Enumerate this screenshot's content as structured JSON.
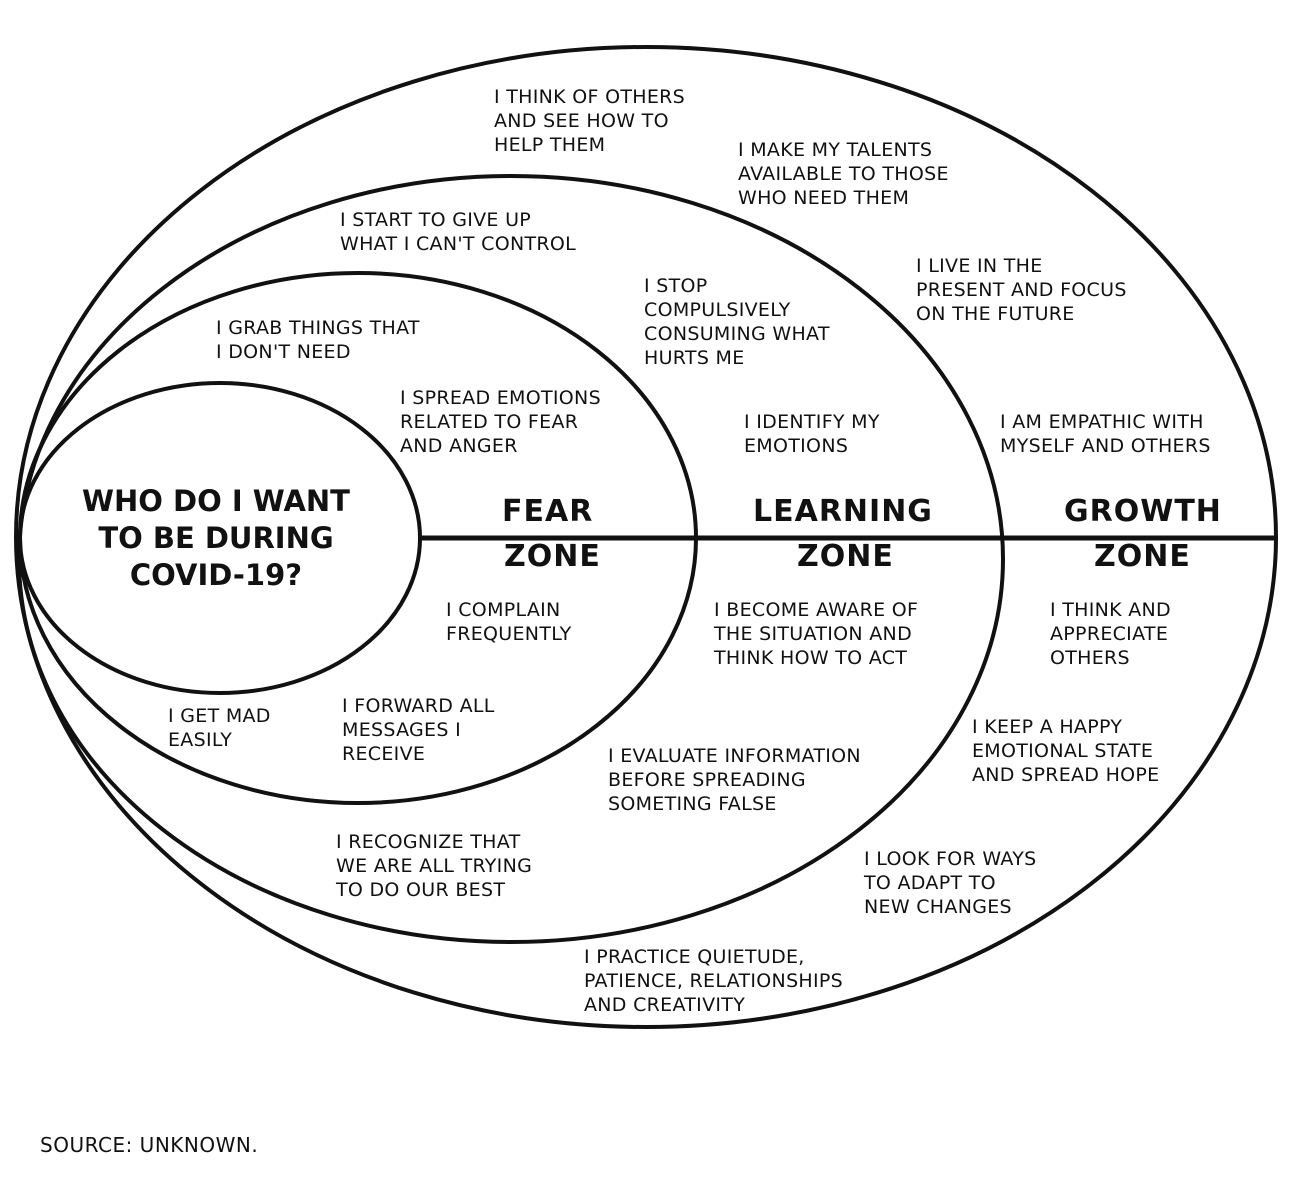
{
  "center_question": "WHO DO I WANT\nTO BE DURING\nCOVID-19?",
  "zones": {
    "fear": {
      "title": "FEAR",
      "subtitle": "ZONE"
    },
    "learning": {
      "title": "LEARNING",
      "subtitle": "ZONE"
    },
    "growth": {
      "title": "GROWTH",
      "subtitle": "ZONE"
    }
  },
  "fear_items": [
    "I GRAB THINGS THAT\nI DON'T NEED",
    "I SPREAD EMOTIONS\nRELATED TO FEAR\nAND ANGER",
    "I COMPLAIN\nFREQUENTLY",
    "I GET MAD\nEASILY",
    "I FORWARD ALL\nMESSAGES I\nRECEIVE"
  ],
  "learning_items": [
    "I START TO GIVE UP\nWHAT I CAN'T CONTROL",
    "I STOP\nCOMPULSIVELY\nCONSUMING WHAT\nHURTS ME",
    "I IDENTIFY MY\nEMOTIONS",
    "I BECOME AWARE OF\nTHE SITUATION AND\nTHINK HOW  TO ACT",
    "I EVALUATE INFORMATION\nBEFORE SPREADING\nSOMETING FALSE",
    "I RECOGNIZE THAT\nWE ARE ALL TRYING\nTO DO OUR BEST"
  ],
  "growth_items": [
    "I THINK OF OTHERS\nAND SEE HOW TO\nHELP THEM",
    "I MAKE MY TALENTS\nAVAILABLE TO THOSE\nWHO NEED THEM",
    "I LIVE IN THE\nPRESENT AND FOCUS\nON THE FUTURE",
    "I AM EMPATHIC WITH\nMYSELF AND OTHERS",
    "I THINK AND\nAPPRECIATE\nOTHERS",
    "I KEEP A HAPPY\nEMOTIONAL STATE\nAND SPREAD HOPE",
    "I LOOK FOR WAYS\nTO ADAPT TO\nNEW CHANGES",
    "I PRACTICE QUIETUDE,\nPATIENCE, RELATIONSHIPS\nAND CREATIVITY"
  ],
  "source": "SOURCE: UNKNOWN."
}
